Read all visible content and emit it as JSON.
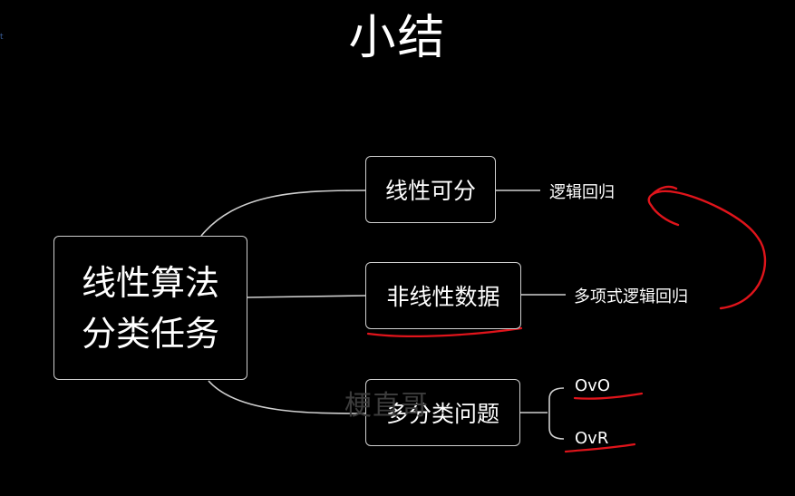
{
  "title": "小结",
  "edge_mark": "t",
  "main_node": {
    "line1": "线性算法",
    "line2": "分类任务"
  },
  "branches": [
    {
      "label": "线性可分",
      "leaf": "逻辑回归"
    },
    {
      "label": "非线性数据",
      "leaf": "多项式逻辑回归"
    },
    {
      "label": "多分类问题",
      "leaves": [
        "OvO",
        "OvR"
      ]
    }
  ],
  "watermark": "梗直哥",
  "colors": {
    "background": "#000000",
    "text": "#ffffff",
    "connector": "#cfcfcf",
    "annotation": "#e0141b"
  }
}
